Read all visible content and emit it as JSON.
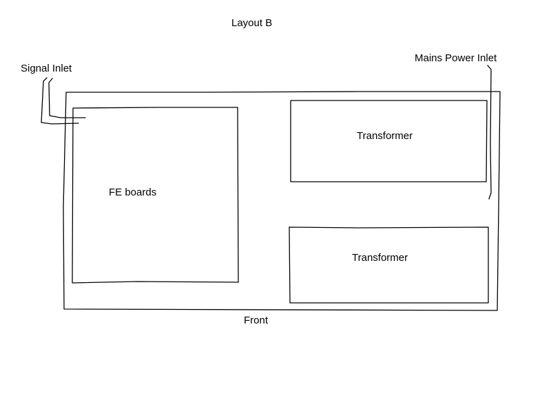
{
  "diagram": {
    "title": "Layout B",
    "labels": {
      "signal_inlet": "Signal Inlet",
      "mains_power_inlet": "Mains Power Inlet",
      "fe_boards": "FE boards",
      "transformer_top": "Transformer",
      "transformer_bottom": "Transformer",
      "front": "Front"
    },
    "stroke_color": "#000000",
    "background_color": "#ffffff"
  }
}
